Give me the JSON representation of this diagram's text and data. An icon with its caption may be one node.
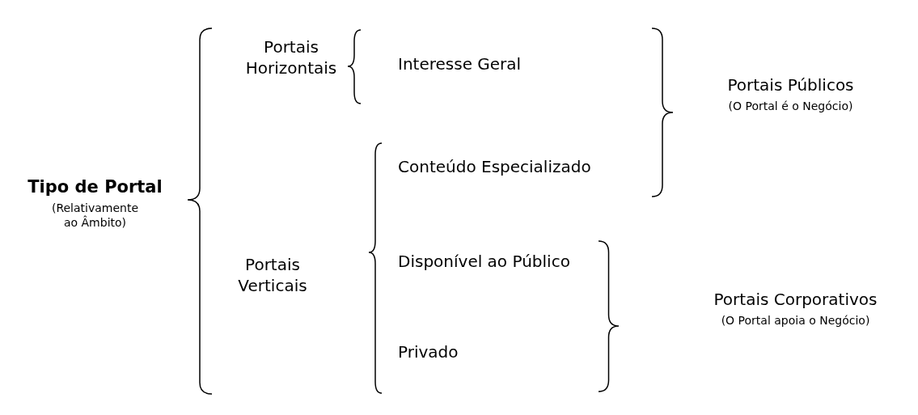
{
  "diagram": {
    "nodes": [
      {
        "text": [
          "Tipo de Portal",
          "(Relativamente ao Âmbito)"
        ]
      },
      {
        "text": [
          "Portais Horizontais"
        ]
      },
      {
        "text": [
          "Portais Verticais"
        ]
      },
      {
        "text": [
          "Interesse Geral"
        ]
      },
      {
        "text": [
          "Conteúdo Especializado"
        ]
      },
      {
        "text": [
          "Disponível ao Público"
        ]
      },
      {
        "text": [
          "Privado"
        ]
      },
      {
        "text": [
          "Portais Públicos",
          "(O Portal é o Negócio)"
        ]
      },
      {
        "text": [
          "Portais Corporativos",
          "(O Portal apoia o Negócio)"
        ]
      }
    ]
  }
}
